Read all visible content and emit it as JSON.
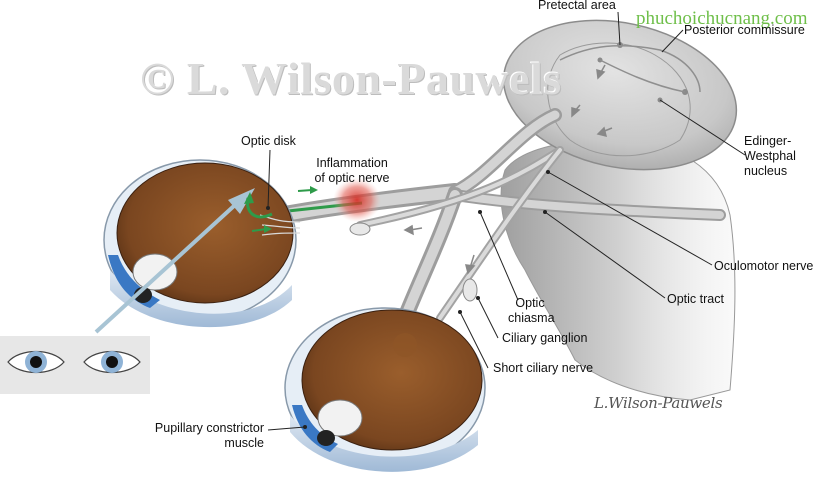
{
  "watermark": "© L. Wilson-Pauwels",
  "site_url": "phuchoichucnang.com",
  "signature": "L.Wilson-Pauwels",
  "labels": {
    "pretectal_area": "Pretectal area",
    "posterior_commissure": "Posterior commissure",
    "optic_disk": "Optic disk",
    "inflammation_line1": "Inflammation",
    "inflammation_line2": "of optic nerve",
    "edinger_line1": "Edinger-",
    "edinger_line2": "Westphal",
    "edinger_line3": "nucleus",
    "oculomotor_nerve": "Oculomotor nerve",
    "optic_tract": "Optic tract",
    "optic_chiasma_line1": "Optic",
    "optic_chiasma_line2": "chiasma",
    "ciliary_ganglion": "Ciliary ganglion",
    "short_ciliary_nerve": "Short ciliary nerve",
    "pupillary_line1": "Pupillary constrictor",
    "pupillary_line2": "muscle"
  },
  "colors": {
    "retina": "#7a4a22",
    "nerve": "#b8b8b8",
    "brain": "#c9c9c9",
    "light_ray": "#a8c4d4",
    "green_arrow": "#2e9b4a",
    "inflammation": "#d9352b",
    "iris": "#3a78c4"
  }
}
